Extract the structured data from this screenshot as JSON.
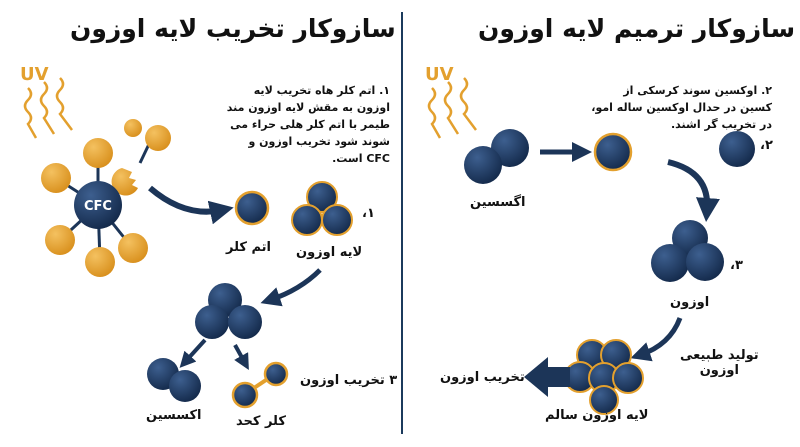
{
  "left": {
    "title": "سازوکار تخریب لایه اوزون",
    "description": "۱. اتم کلر هاه تخریب لایه اوزون به مقش لایه اوزون مند طیمر با اتم کلر هلی حراء می شوند شود تخریب اوزون و CFC است.",
    "uv": "UV",
    "cfc": "CFC",
    "step1_num": "۱،",
    "chlorine_atom": "اتم کلر",
    "ozone_layer": "لایه اوزون",
    "step3": "۳ تخریب اوزون",
    "oxygen": "اکسسین",
    "chlorine_compound": "کلر کحد"
  },
  "right": {
    "title": "سازوکار ترمیم لایه اوزون",
    "description": "۲. اوکسین سوند کرسکی از کسین در حدال اوکسین ساله امو، در تخریب گر اشند.",
    "uv": "UV",
    "step2_num": "۲،",
    "oxygen": "اگسسین",
    "step3_num": "۳،",
    "ozone": "اوزون",
    "natural_production": "تولید طبیعی\nاوزون",
    "ozone_destruction": "تخریب اوزون",
    "healthy_ozone": "لایه اوزون سالم"
  },
  "colors": {
    "navy": "#1c3558",
    "gold": "#e3a02e",
    "text": "#111111"
  }
}
